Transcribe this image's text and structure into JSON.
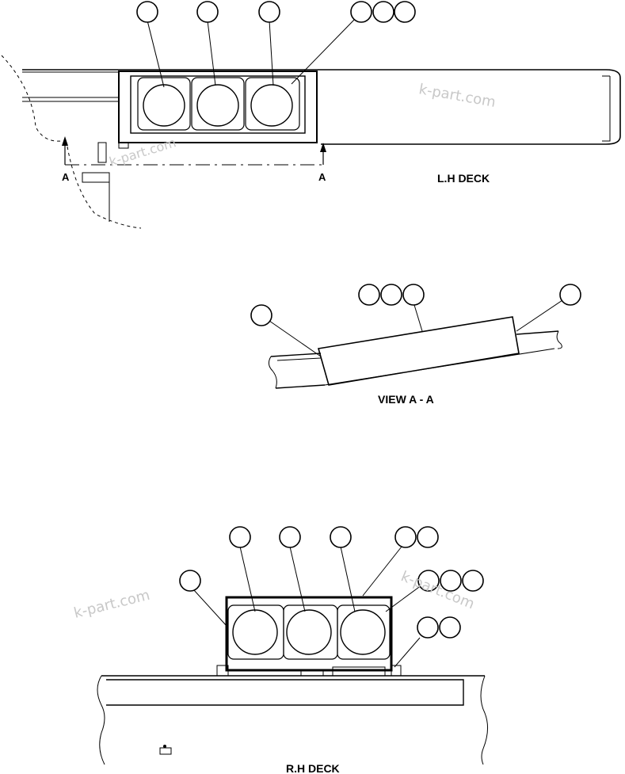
{
  "views": {
    "lh_deck": {
      "title": "L.H DECK",
      "section_marker": "A"
    },
    "section_view": {
      "title": "VIEW A - A"
    },
    "rh_deck": {
      "title": "R.H DECK"
    }
  },
  "watermark": "k-part.com"
}
